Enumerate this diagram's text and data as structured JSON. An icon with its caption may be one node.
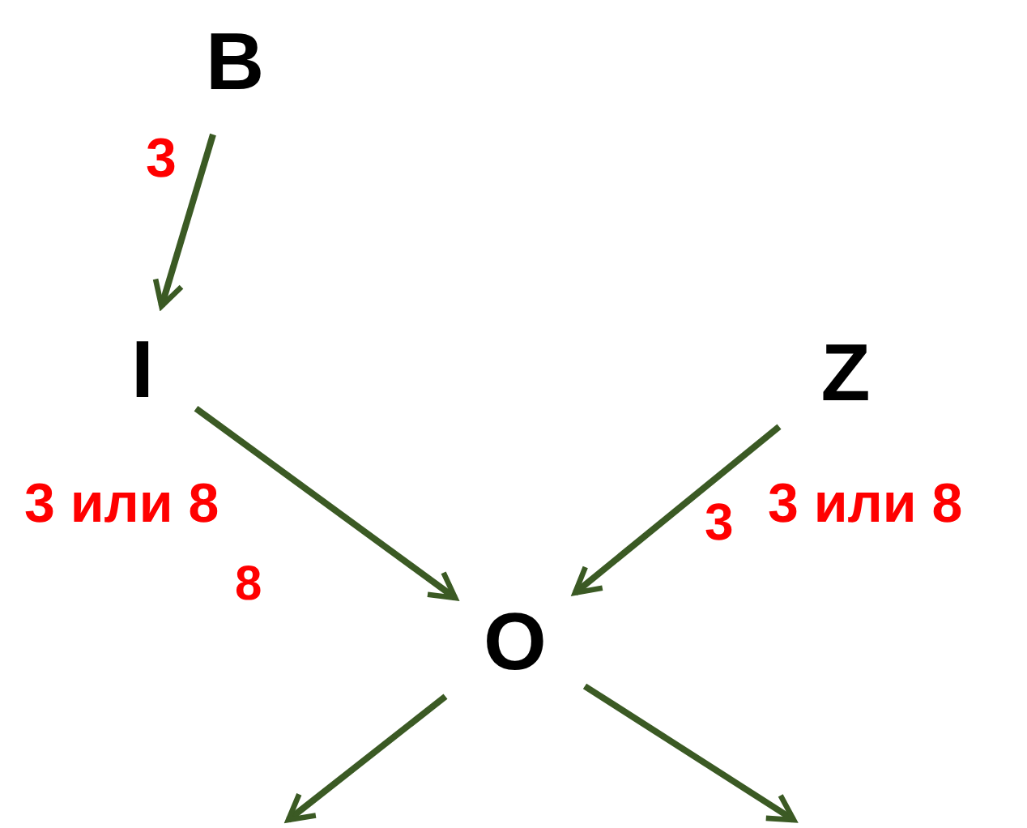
{
  "diagram": {
    "nodes": [
      {
        "text": [
          "B"
        ]
      },
      {
        "text": [
          "I"
        ]
      },
      {
        "text": [
          "Z"
        ]
      },
      {
        "text": [
          "O"
        ]
      }
    ],
    "edges": [
      {
        "from": 0,
        "to": 1,
        "arrow": "to",
        "label": "3"
      },
      {
        "from": 1,
        "to": 3,
        "arrow": "to"
      },
      {
        "from": 2,
        "to": 3,
        "arrow": "to"
      },
      {
        "from": 3,
        "to": null,
        "arrow": "to"
      },
      {
        "from": 3,
        "to": null,
        "arrow": "to"
      }
    ],
    "labels": [
      "3 или 8",
      "8",
      "3",
      "3 или 8"
    ]
  }
}
